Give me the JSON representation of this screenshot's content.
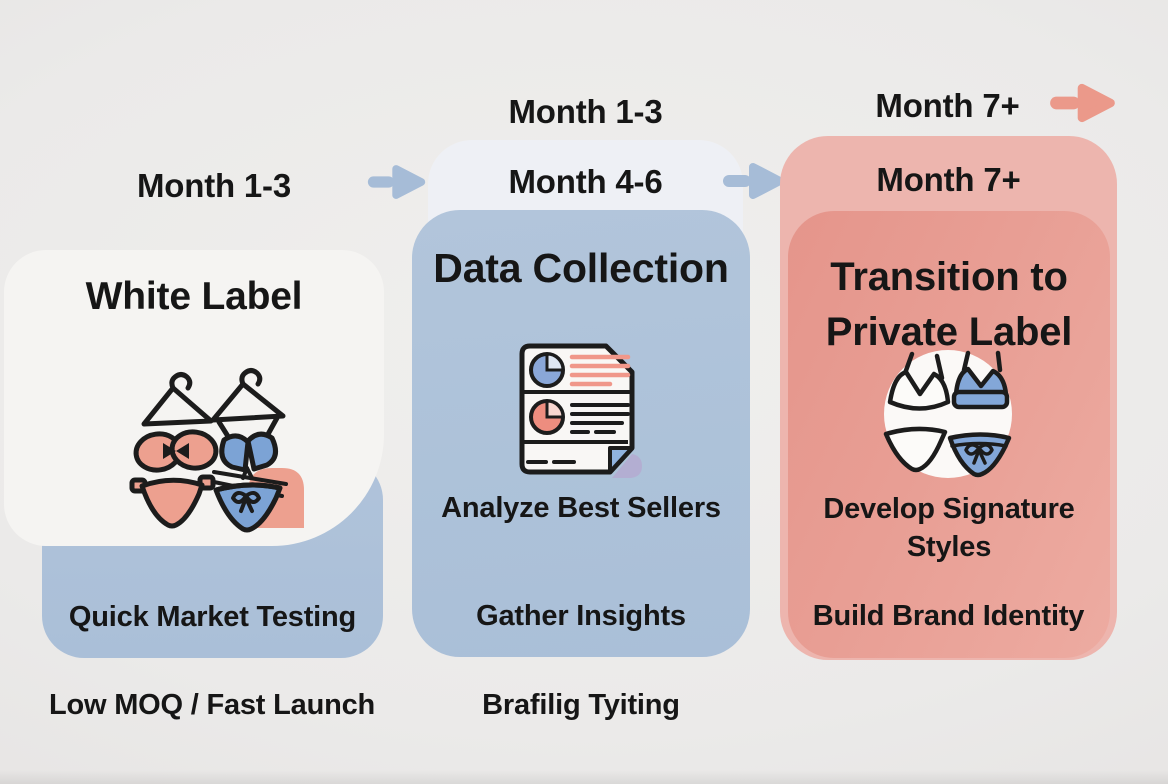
{
  "figure": {
    "type": "timeline-infographic",
    "topic": "White label to private label transition roadmap"
  },
  "palette": {
    "background": "#eae9e8",
    "blue_card": "#aabfd8",
    "blue_arrow": "#a6bcd7",
    "pink_card": "#edb5ae",
    "pink_card_dark": "#e5958b",
    "red_arrow": "#eb998a",
    "text": "#161616"
  },
  "columns": [
    {
      "period": "Month 1-3",
      "title": "White Label",
      "icon": "lingerie-hangers-icon",
      "card_label": "Quick Market Testing",
      "footnote": "Low MOQ / Fast Launch",
      "arrow": "blue-right-arrow"
    },
    {
      "period_top": "Month 1-3",
      "period_card": "Month 4-6",
      "title": "Data Collection",
      "icon": "report-document-icon",
      "items": [
        "Analyze Best Sellers",
        "Gather Insights"
      ],
      "footnote": "Brafilig Tyiting",
      "arrow": "blue-right-arrow"
    },
    {
      "period_top": "Month 7+",
      "period_card": "Month 7+",
      "title": "Transition to Private Label",
      "icon": "lingerie-sets-circle-icon",
      "items": [
        "Develop Signature Styles",
        "Build Brand Identity"
      ],
      "arrow": "red-right-arrow"
    }
  ]
}
